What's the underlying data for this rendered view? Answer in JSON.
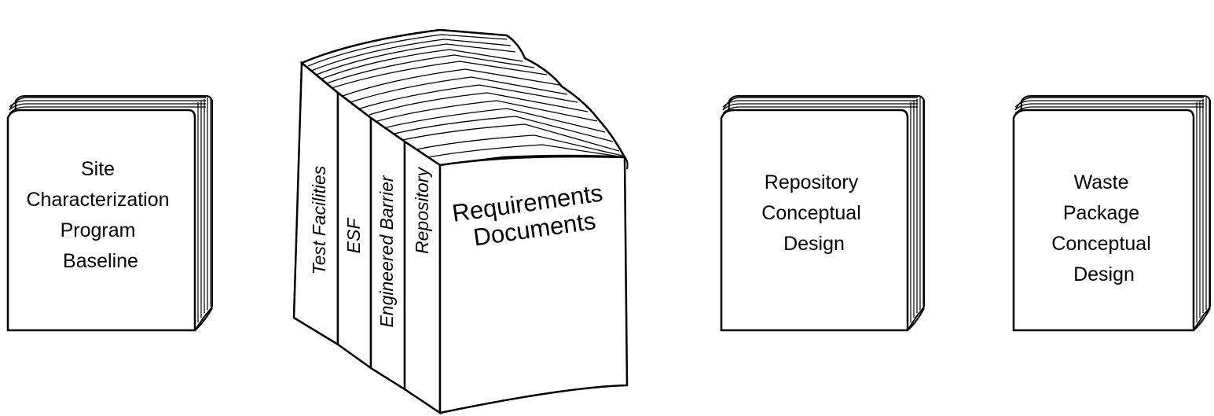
{
  "books": {
    "site": {
      "lines": [
        "Site",
        "Characterization",
        "Program",
        "Baseline"
      ]
    },
    "repo": {
      "lines": [
        "Repository",
        "Conceptual",
        "Design"
      ]
    },
    "waste": {
      "lines": [
        "Waste",
        "Package",
        "Conceptual",
        "Design"
      ]
    }
  },
  "big_book": {
    "spines": [
      "Test Facilities",
      "ESF",
      "Engineered Barrier",
      "Repository"
    ],
    "cover_lines": [
      "Requirements",
      "Documents"
    ]
  }
}
